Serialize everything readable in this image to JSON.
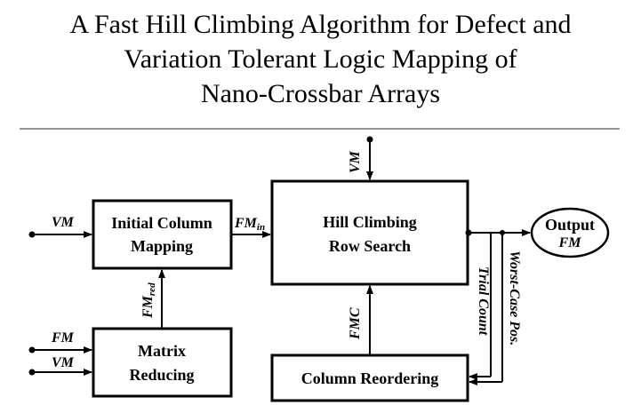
{
  "title": {
    "line1": "A Fast Hill Climbing Algorithm for Defect and",
    "line2": "Variation Tolerant Logic Mapping of",
    "line3": "Nano-Crossbar Arrays"
  },
  "blocks": {
    "initial_column_mapping": {
      "line1": "Initial Column",
      "line2": "Mapping"
    },
    "hill_climbing_row_search": {
      "line1": "Hill Climbing",
      "line2": "Row Search"
    },
    "matrix_reducing": {
      "line1": "Matrix",
      "line2": "Reducing"
    },
    "column_reordering": {
      "line1": "Column Reordering"
    },
    "output": {
      "line1": "Output",
      "line2": "FM"
    }
  },
  "signals": {
    "vm_input": "VM",
    "vm_top": "VM",
    "fm_input": "FM",
    "vm_input2": "VM",
    "fm_in_main": "FM",
    "fm_in_sub": "in",
    "fm_red_main": "FM",
    "fm_red_sub": "red",
    "fmc": "FMC",
    "trial_count": "Trial Count",
    "worst_case_pos": "Worst-Case Pos."
  }
}
